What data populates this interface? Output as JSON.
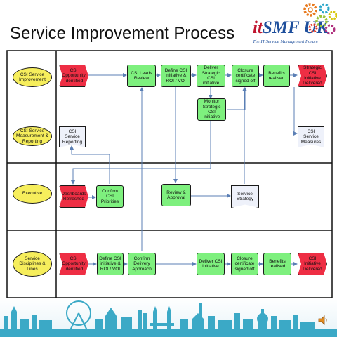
{
  "page": {
    "title": "Service Improvement Process"
  },
  "logo": {
    "main_it": "it",
    "main_smf": "SMF UK",
    "tagline": "The IT Service Management Forum"
  },
  "lanes": [
    {
      "label": "CSI Service Improvement"
    },
    {
      "label": "CSI Service Measurement & Reporting"
    },
    {
      "label": "Executive"
    },
    {
      "label": "Service Disciplines & Lines"
    }
  ],
  "nodes": {
    "csi_opp_1": "CSI Opportunity Identified",
    "csi_leads_review": "CSI Leads Review",
    "define_csi_1": "Define CSI initiative & ROI / VOI",
    "deliver_strategic": "Deliver Strategic CSI initiative",
    "closure_1": "Closure certificate signed off",
    "benefits_1": "Benefits realised",
    "strategic_delivered": "Strategic CSI Initiative Delivered",
    "monitor_strategic": "Monitor Strategic CSI initiative",
    "csi_service_reporting": "CSI Service Reporting",
    "csi_service_measures": "CSI Service Measures",
    "dashboards_refreshed": "Dashboards Refreshed",
    "confirm_priorities": "Confirm CSI Priorities",
    "review_approval": "Review & Approval",
    "service_strategy": "Service Strategy",
    "csi_opp_2": "CSI Opportunity Identified",
    "define_csi_2": "Define CSI initiative & ROI / VOI",
    "confirm_delivery": "Confirm Delivery Approach",
    "deliver_csi": "Deliver CSI initiative",
    "closure_2": "Closure certificate signed off",
    "benefits_2": "Benefits realised",
    "csi_initiative_delivered": "CSI Initiative Delivered"
  },
  "colors": {
    "activity_fill": "#7ef07e",
    "event_fill": "#ee2e44",
    "document_fill": "#eef1fa",
    "lane_label_fill": "#f6ee5c",
    "connector": "#5b7fb5",
    "skyline": "#3ba9c6"
  },
  "icons": {
    "gears": "gears-icon",
    "speaker": "speaker-icon"
  }
}
